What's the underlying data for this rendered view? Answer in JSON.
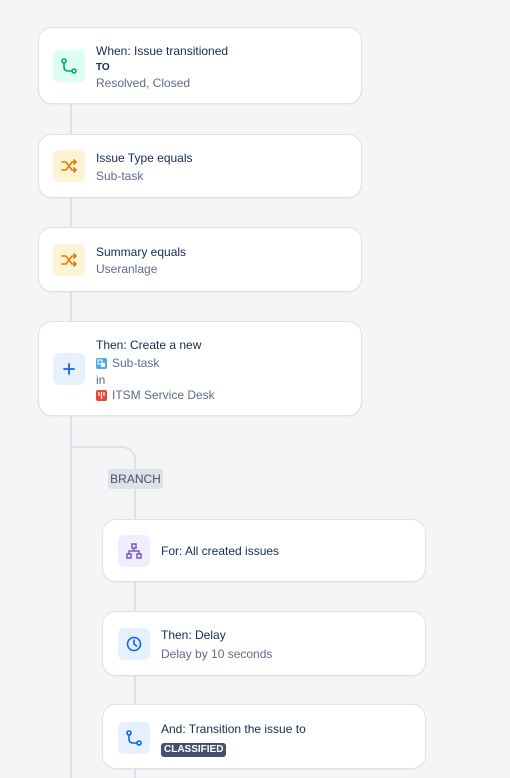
{
  "steps": {
    "trigger": {
      "title": "When: Issue transitioned",
      "to_label": "TO",
      "states": "Resolved, Closed"
    },
    "condition_1": {
      "title": "Issue Type equals",
      "value": "Sub-task"
    },
    "condition_2": {
      "title": "Summary equals",
      "value": "Useranlage"
    },
    "action_create": {
      "title": "Then: Create a new",
      "issue_type": "Sub-task",
      "in_label": "in",
      "project": "ITSM Service Desk"
    },
    "branch": {
      "label": "BRANCH"
    },
    "branch_for": {
      "title": "For: All created issues"
    },
    "delay": {
      "title": "Then: Delay",
      "value": "Delay by 10 seconds"
    },
    "transition": {
      "title": "And: Transition the issue to",
      "status": "CLASSIFIED"
    }
  },
  "icons": {
    "trigger": "flow-transition-icon",
    "condition": "shuffle-icon",
    "create": "plus-icon",
    "branch": "hierarchy-icon",
    "delay": "clock-icon",
    "transition": "flow-transition-icon"
  },
  "colors": {
    "green": "#00a86b",
    "orange": "#e07b00",
    "blue": "#0c66e4",
    "purple": "#6e5dc6",
    "status_badge": "#42526e"
  }
}
